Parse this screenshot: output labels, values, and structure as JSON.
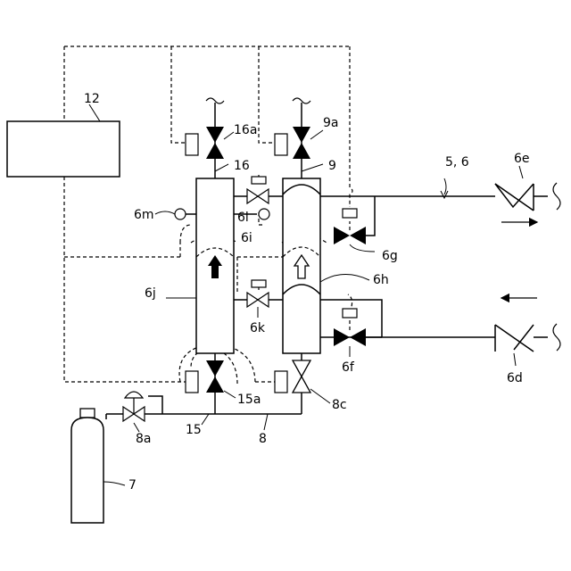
{
  "labels": {
    "controller": "12",
    "top_valve_left": "16a",
    "top_valve_right": "9a",
    "line_16": "16",
    "line_9": "9",
    "pipe_56": "5, 6",
    "check_top": "6e",
    "check_bottom": "6d",
    "sensor_6m": "6m",
    "valve_6l": "6l",
    "sensor_6i": "6i",
    "valve_6g": "6g",
    "vessel_6j": "6j",
    "vessel_6h": "6h",
    "valve_6k": "6k",
    "valve_6f": "6f",
    "valve_15a": "15a",
    "valve_8c": "8c",
    "regulator_8a": "8a",
    "line_15": "15",
    "line_8": "8",
    "cylinder_7": "7"
  },
  "arrows": {
    "top_flow": "right",
    "bottom_flow": "left",
    "vessel_left": "up-filled",
    "vessel_right": "up-outline"
  },
  "colors": {
    "line": "#000000",
    "background": "#ffffff"
  }
}
